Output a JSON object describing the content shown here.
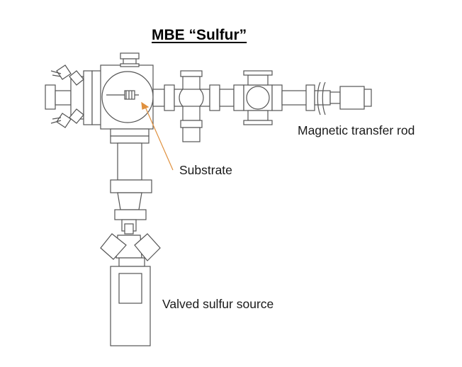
{
  "title": "MBE “Sulfur”",
  "labels": {
    "magnetic_transfer_rod": "Magnetic transfer rod",
    "substrate": "Substrate",
    "valved_sulfur_source": "Valved sulfur source"
  },
  "colors": {
    "line": "#555555",
    "pointer": "#e0913f",
    "text": "#1a1a1a",
    "background": "#ffffff"
  }
}
